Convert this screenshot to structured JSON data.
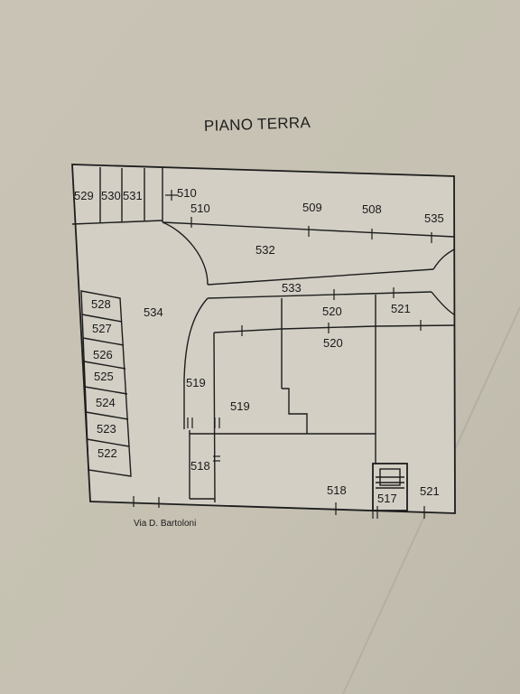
{
  "title": "PIANO TERRA",
  "street": "Via D. Bartoloni",
  "rooms": {
    "r529": "529",
    "r530": "530",
    "r531": "531",
    "r510a": "510",
    "r510b": "510",
    "r509": "509",
    "r508": "508",
    "r535": "535",
    "r532": "532",
    "r533": "533",
    "r534": "534",
    "r528": "528",
    "r527": "527",
    "r526": "526",
    "r525": "525",
    "r524": "524",
    "r523": "523",
    "r522": "522",
    "r520a": "520",
    "r520b": "520",
    "r521a": "521",
    "r519a": "519",
    "r519b": "519",
    "r518a": "518",
    "r518b": "518",
    "r517": "517",
    "r521b": "521"
  },
  "colors": {
    "paper": "#c9c4b6",
    "plan": "#d4d0c6",
    "ink": "#1a1a1a"
  }
}
